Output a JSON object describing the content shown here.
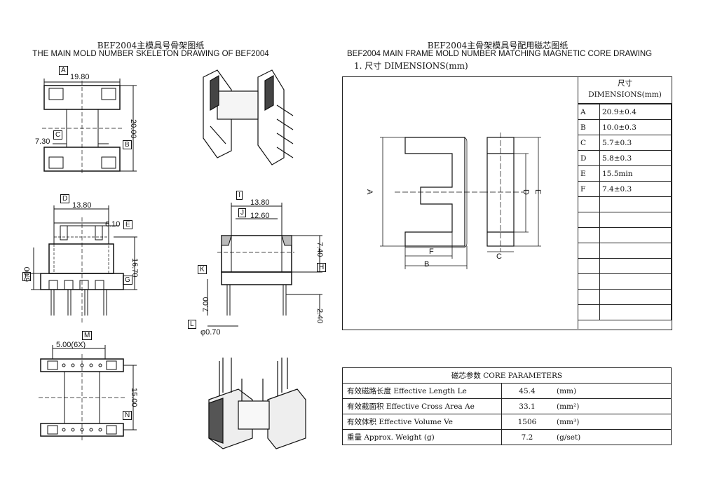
{
  "left_header": {
    "cn_title": "BEF2004主模具号骨架图纸",
    "en_title": "THE MAIN MOLD NUMBER SKELETON DRAWING OF BEF2004"
  },
  "right_header": {
    "cn_title": "BEF2004主骨架模具号配用磁芯图纸",
    "en_title": "BEF2004 MAIN FRAME MOLD NUMBER MATCHING MAGNETIC CORE DRAWING",
    "section": "1. 尺寸 DIMENSIONS(mm)"
  },
  "bobbin_dims": {
    "A": "A",
    "a_val": "19.80",
    "B": "B",
    "b_val": "20.00",
    "C": "C",
    "c_val": "7.30",
    "D": "D",
    "d_val": "13.80",
    "E": "E",
    "e_val": "6.10",
    "F": "F",
    "f_val": "6.00",
    "G": "G",
    "g_val": "16.70",
    "H": "H",
    "h_val": "7.40",
    "I": "I",
    "i_val": "13.80",
    "J": "J",
    "j_val": "12.60",
    "K": "K",
    "k_val": "7.00",
    "L": "L",
    "l_val": "φ0.70",
    "M": "M",
    "m_val": "5.00(6X)",
    "N": "N",
    "n_val": "15.00",
    "extra_val": "2.40"
  },
  "core_labels": {
    "A": "A",
    "B": "B",
    "C": "C",
    "D": "D",
    "E": "E",
    "F": "F"
  },
  "dimension_table": {
    "header_cn": "尺寸",
    "header_en": "DIMENSIONS(mm)",
    "rows": [
      {
        "key": "A",
        "value": "20.9±0.4"
      },
      {
        "key": "B",
        "value": "10.0±0.3"
      },
      {
        "key": "C",
        "value": "5.7±0.3"
      },
      {
        "key": "D",
        "value": "5.8±0.3"
      },
      {
        "key": "E",
        "value": "15.5min"
      },
      {
        "key": "F",
        "value": "7.4±0.3"
      },
      {
        "key": "",
        "value": ""
      },
      {
        "key": "",
        "value": ""
      },
      {
        "key": "",
        "value": ""
      },
      {
        "key": "",
        "value": ""
      },
      {
        "key": "",
        "value": ""
      },
      {
        "key": "",
        "value": ""
      },
      {
        "key": "",
        "value": ""
      },
      {
        "key": "",
        "value": ""
      }
    ]
  },
  "core_parameters": {
    "header": "磁芯参数   CORE PARAMETERS",
    "rows": [
      {
        "label": "有效磁路长度 Effective Length  Le",
        "value": "45.4",
        "unit": "(mm)"
      },
      {
        "label": "有效截面积 Effective Cross Area Ae",
        "value": "33.1",
        "unit": "(mm²)"
      },
      {
        "label": "有效体积 Effective Volume Ve",
        "value": "1506",
        "unit": "(mm³)"
      },
      {
        "label": "重量 Approx. Weight (g)",
        "value": "7.2",
        "unit": "(g/set)"
      }
    ]
  }
}
